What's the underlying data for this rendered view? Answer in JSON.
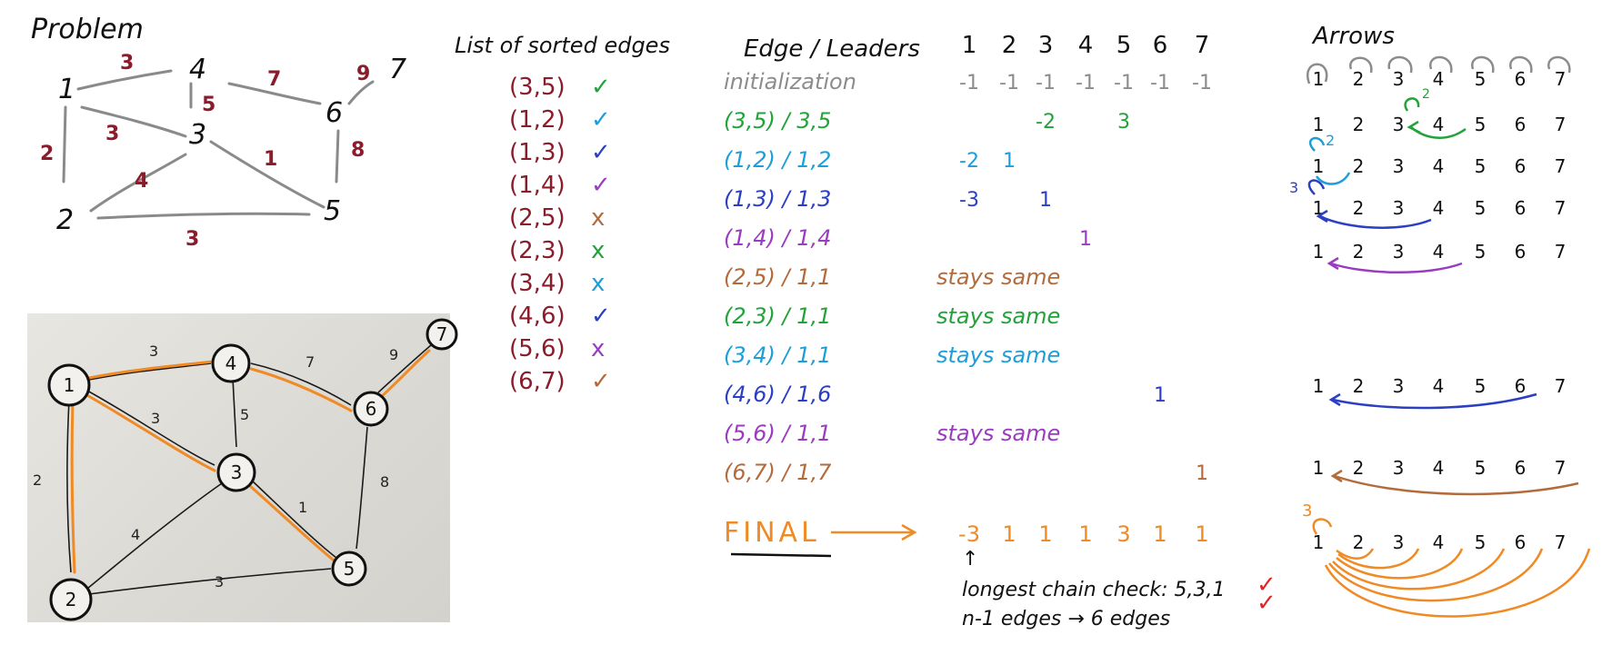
{
  "colors": {
    "maroon": "#8a1c2b",
    "gray": "#8c8c8c",
    "green": "#22a33a",
    "cyan": "#1e9ed8",
    "blue": "#2b3fc4",
    "purple": "#9a3cc0",
    "brown": "#b36b3c",
    "orange": "#f08a24",
    "red": "#e0262b",
    "black": "#111111"
  },
  "problem": {
    "title": "Problem",
    "nodes": [
      "1",
      "2",
      "3",
      "4",
      "5",
      "6",
      "7"
    ],
    "weights": [
      "3",
      "2",
      "3",
      "4",
      "3",
      "5",
      "1",
      "7",
      "8",
      "9"
    ]
  },
  "photo": {
    "nodes": [
      "1",
      "2",
      "3",
      "4",
      "5",
      "6",
      "7"
    ],
    "weights": [
      "3",
      "3",
      "5",
      "7",
      "9",
      "2",
      "4",
      "3",
      "1",
      "8"
    ]
  },
  "sorted_edges": {
    "title": "List of sorted edges",
    "items": [
      {
        "edge": "(3,5)",
        "mark": "✓",
        "mark_color": "#22a33a"
      },
      {
        "edge": "(1,2)",
        "mark": "✓",
        "mark_color": "#1e9ed8"
      },
      {
        "edge": "(1,3)",
        "mark": "✓",
        "mark_color": "#2b3fc4"
      },
      {
        "edge": "(1,4)",
        "mark": "✓",
        "mark_color": "#9a3cc0"
      },
      {
        "edge": "(2,5)",
        "mark": "x",
        "mark_color": "#b36b3c"
      },
      {
        "edge": "(2,3)",
        "mark": "x",
        "mark_color": "#22a33a"
      },
      {
        "edge": "(3,4)",
        "mark": "x",
        "mark_color": "#1e9ed8"
      },
      {
        "edge": "(4,6)",
        "mark": "✓",
        "mark_color": "#2b3fc4"
      },
      {
        "edge": "(5,6)",
        "mark": "x",
        "mark_color": "#9a3cc0"
      },
      {
        "edge": "(6,7)",
        "mark": "✓",
        "mark_color": "#b36b3c"
      }
    ]
  },
  "table": {
    "header": "Edge / Leaders",
    "columns": [
      "1",
      "2",
      "3",
      "4",
      "5",
      "6",
      "7"
    ],
    "rows": [
      {
        "label": "initialization",
        "color": "#8c8c8c",
        "values": [
          "-1",
          "-1",
          "-1",
          "-1",
          "-1",
          "-1",
          "-1"
        ]
      },
      {
        "label": "(3,5) / 3,5",
        "color": "#22a33a",
        "values": [
          "",
          "",
          "-2",
          "",
          "3",
          "",
          ""
        ]
      },
      {
        "label": "(1,2) / 1,2",
        "color": "#1e9ed8",
        "values": [
          "-2",
          "1",
          "",
          "",
          "",
          "",
          ""
        ]
      },
      {
        "label": "(1,3) / 1,3",
        "color": "#2b3fc4",
        "values": [
          "-3",
          "",
          "1",
          "",
          "",
          "",
          ""
        ]
      },
      {
        "label": "(1,4) / 1,4",
        "color": "#9a3cc0",
        "values": [
          "",
          "",
          "",
          "1",
          "",
          "",
          ""
        ]
      },
      {
        "label": "(2,5) / 1,1",
        "color": "#b36b3c",
        "note": "stays same"
      },
      {
        "label": "(2,3) / 1,1",
        "color": "#22a33a",
        "note": "stays same"
      },
      {
        "label": "(3,4) / 1,1",
        "color": "#1e9ed8",
        "note": "stays same"
      },
      {
        "label": "(4,6) / 1,6",
        "color": "#2b3fc4",
        "values": [
          "",
          "",
          "",
          "",
          "",
          "1",
          ""
        ]
      },
      {
        "label": "(5,6) / 1,1",
        "color": "#9a3cc0",
        "note": "stays same"
      },
      {
        "label": "(6,7) / 1,7",
        "color": "#b36b3c",
        "values": [
          "",
          "",
          "",
          "",
          "",
          "",
          "1"
        ]
      }
    ],
    "final_label": "FINAL",
    "final_values": [
      "-3",
      "1",
      "1",
      "1",
      "3",
      "1",
      "1"
    ],
    "caret": "↑",
    "notes": [
      {
        "text": "longest chain check: 5,3,1",
        "mark": "✓"
      },
      {
        "text": "n-1 edges → 6 edges",
        "mark": "✓"
      }
    ]
  },
  "arrows": {
    "title": "Arrows",
    "nums": [
      "1",
      "2",
      "3",
      "4",
      "5",
      "6",
      "7"
    ],
    "labels": {
      "top_self": "2",
      "cyan_self": "2",
      "blue_self": "3",
      "orange_self": "3"
    }
  }
}
